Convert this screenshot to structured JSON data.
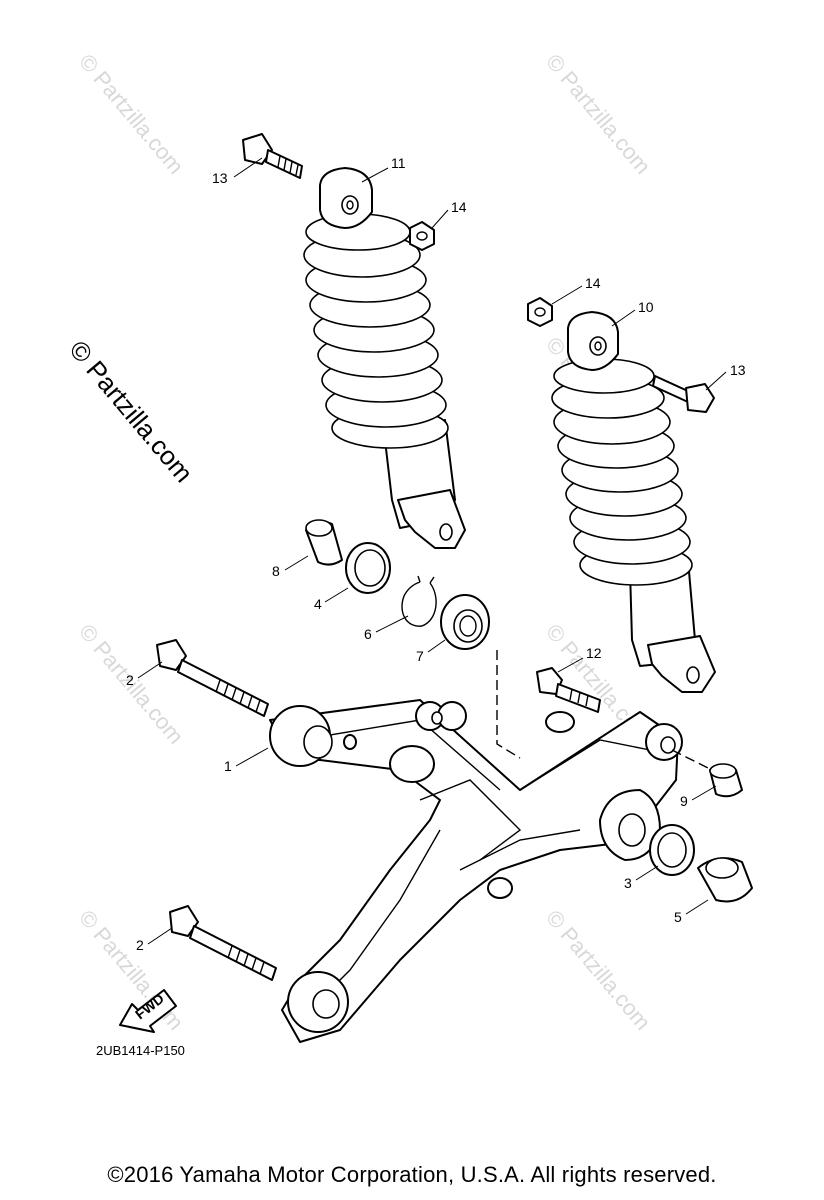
{
  "watermark": {
    "text": "© Partzilla.com"
  },
  "callouts": {
    "c1": "1",
    "c2a": "2",
    "c2b": "2",
    "c3": "3",
    "c4": "4",
    "c5": "5",
    "c6": "6",
    "c7": "7",
    "c8": "8",
    "c9": "9",
    "c10": "10",
    "c11": "11",
    "c12": "12",
    "c13a": "13",
    "c13b": "13",
    "c14a": "14",
    "c14b": "14"
  },
  "fwd_label": "FWD",
  "diagram_code": "2UB1414-P150",
  "copyright": "©2016  Yamaha Motor Corporation, U.S.A. All rights reserved."
}
